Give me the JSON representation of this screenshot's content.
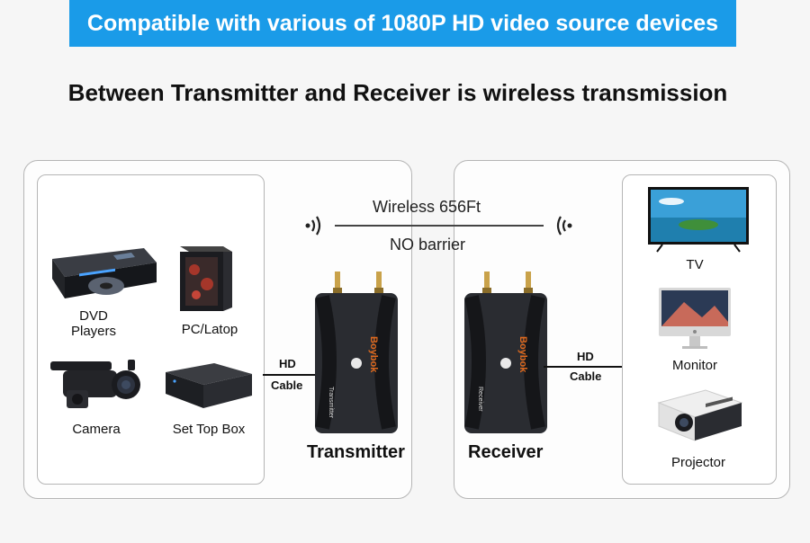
{
  "banner": "Compatible with various of 1080P HD video source devices",
  "headline": "Between Transmitter and Receiver is wireless transmission",
  "wireless": {
    "distance": "Wireless 656Ft",
    "note": "NO barrier"
  },
  "sources": [
    {
      "label_line1": "DVD",
      "label_line2": "Players"
    },
    {
      "label_line1": "PC/Latop",
      "label_line2": ""
    },
    {
      "label_line1": "Camera",
      "label_line2": ""
    },
    {
      "label_line1": "Set Top Box",
      "label_line2": ""
    }
  ],
  "displays": [
    "TV",
    "Monitor",
    "Projector"
  ],
  "cable": {
    "left_top": "HD",
    "left_bottom": "Cable",
    "right_top": "HD",
    "right_bottom": "Cable"
  },
  "transmitter": {
    "label": "Transmitter",
    "brand": "Boybok",
    "side_text": "Transmitter"
  },
  "receiver": {
    "label": "Receiver",
    "brand": "Boybok",
    "side_text": "Receiver"
  },
  "colors": {
    "banner": "#1a9be8",
    "brand": "#e06a1e",
    "device_body": "#2a2c31"
  }
}
